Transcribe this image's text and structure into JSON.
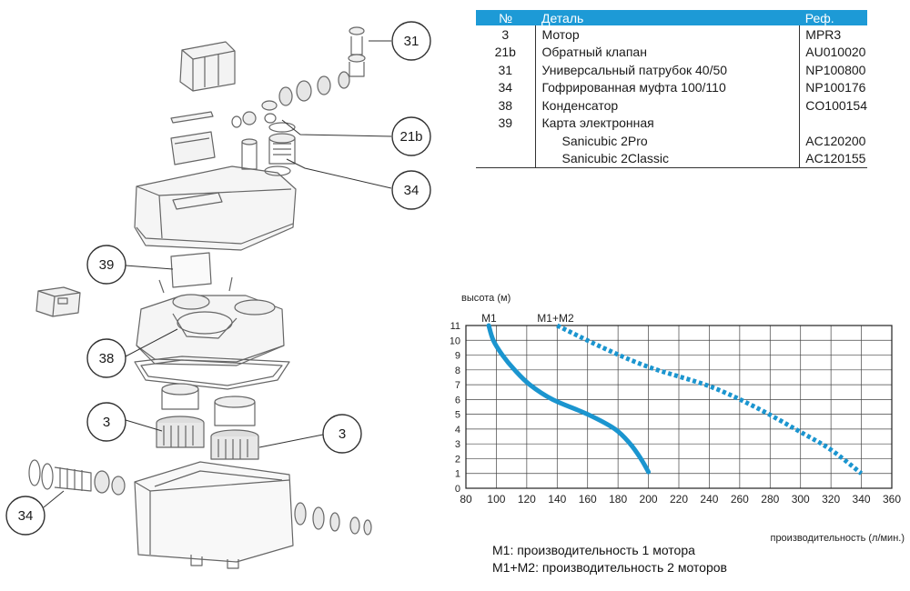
{
  "callouts": [
    {
      "id": "c31",
      "label": "31"
    },
    {
      "id": "c21b",
      "label": "21b"
    },
    {
      "id": "c34a",
      "label": "34"
    },
    {
      "id": "c39",
      "label": "39"
    },
    {
      "id": "c38",
      "label": "38"
    },
    {
      "id": "c3a",
      "label": "3"
    },
    {
      "id": "c3b",
      "label": "3"
    },
    {
      "id": "c34b",
      "label": "34"
    }
  ],
  "table": {
    "headers": [
      "№",
      "Деталь",
      "Реф."
    ],
    "rows": [
      {
        "no": "3",
        "name": "Мотор",
        "ref": "MPR3",
        "sub": false
      },
      {
        "no": "21b",
        "name": "Обратный клапан",
        "ref": "AU010020",
        "sub": false
      },
      {
        "no": "31",
        "name": "Универсальный патрубок 40/50",
        "ref": "NP100800",
        "sub": false
      },
      {
        "no": "34",
        "name": "Гофрированная муфта 100/110",
        "ref": "NP100176",
        "sub": false
      },
      {
        "no": "38",
        "name": "Конденсатор",
        "ref": "CO100154",
        "sub": false
      },
      {
        "no": "39",
        "name": "Карта электронная",
        "ref": "",
        "sub": false
      },
      {
        "no": "",
        "name": "Sanicubic 2Pro",
        "ref": "AC120200",
        "sub": true
      },
      {
        "no": "",
        "name": "Sanicubic 2Classic",
        "ref": "AC120155",
        "sub": true
      }
    ]
  },
  "chart_data": {
    "type": "line",
    "ylabel": "высота (м)",
    "xlabel": "производительность (л/мин.)",
    "xlim": [
      80,
      360
    ],
    "ylim": [
      0,
      11
    ],
    "x_ticks": [
      80,
      100,
      120,
      140,
      160,
      180,
      200,
      220,
      240,
      260,
      280,
      300,
      320,
      340,
      360
    ],
    "y_ticks": [
      0,
      1,
      2,
      3,
      4,
      5,
      6,
      7,
      8,
      9,
      10,
      11
    ],
    "grid": true,
    "series": [
      {
        "name": "M1",
        "style": "solid",
        "color": "#1b95cf",
        "points": [
          [
            95,
            11
          ],
          [
            98,
            10
          ],
          [
            104,
            9
          ],
          [
            112,
            8
          ],
          [
            122,
            7
          ],
          [
            137,
            6
          ],
          [
            160,
            5
          ],
          [
            178,
            4
          ],
          [
            188,
            3
          ],
          [
            195,
            2
          ],
          [
            200,
            1.1
          ]
        ]
      },
      {
        "name": "M1+M2",
        "style": "dotted",
        "color": "#1b95cf",
        "points": [
          [
            140,
            11
          ],
          [
            170,
            9.5
          ],
          [
            200,
            8.2
          ],
          [
            240,
            6.9
          ],
          [
            270,
            5.5
          ],
          [
            300,
            3.8
          ],
          [
            320,
            2.6
          ],
          [
            340,
            1
          ]
        ]
      }
    ]
  },
  "legend_lines": [
    "M1: производительность 1 мотора",
    "M1+M2: производительность 2 моторов"
  ]
}
